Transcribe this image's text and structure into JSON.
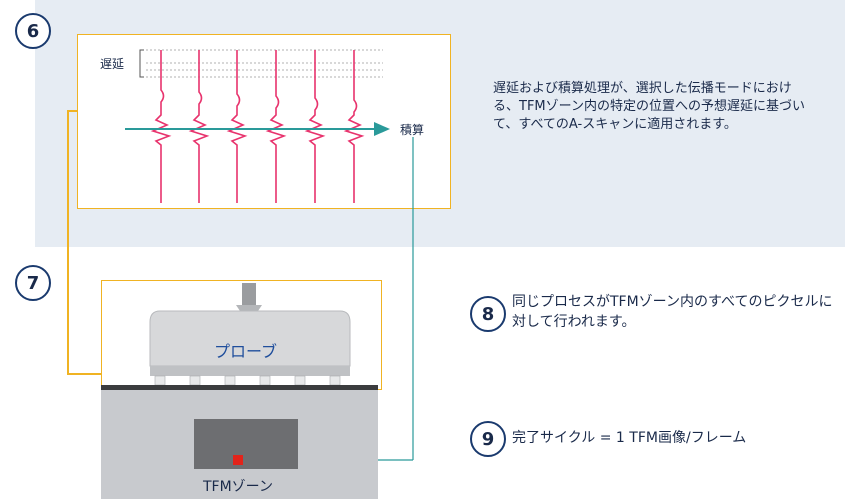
{
  "steps": {
    "s6": "6",
    "s7": "7",
    "s8": "8",
    "s9": "9"
  },
  "panel": {
    "delay_label": "遅延",
    "sum_label": "積算"
  },
  "descriptions": {
    "step6": "遅延および積算処理が、選択した伝播モードにおける、TFMゾーン内の特定の位置への予想遅延に基づいて、すべてのA-スキャンに適用されます。",
    "step8": "同じプロセスがTFMゾーン内のすべてのピクセルに対して行われます。",
    "step9": "完了サイクル = 1 TFM画像/フレーム"
  },
  "probe": {
    "label": "プローブ"
  },
  "zone": {
    "label": "TFMゾーン"
  },
  "colors": {
    "accent_orange": "#f0b323",
    "ascan_pink": "#e8336d",
    "arrow_teal": "#2a9a9a",
    "pixel_red": "#e2231a",
    "background_band": "#e6ecf3"
  }
}
